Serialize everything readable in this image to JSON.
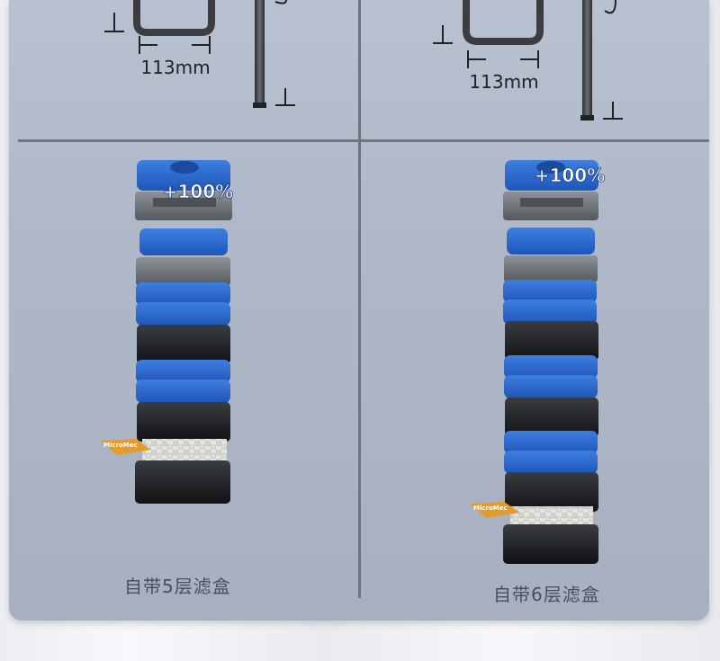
{
  "dimensions": {
    "left_width": "113mm",
    "right_width": "113mm"
  },
  "badges": {
    "left": "+100%",
    "right": "+100%"
  },
  "labels": {
    "micro_left": "MicroMec",
    "micro_right": "MicroMec"
  },
  "captions": {
    "left": "自带5层滤盒",
    "right": "自带6层滤盒"
  },
  "colors": {
    "sponge": "#2f6dd1",
    "tray_gray": "#6c7075",
    "tray_black": "#1f2124",
    "panel": "#aeb8c8"
  }
}
